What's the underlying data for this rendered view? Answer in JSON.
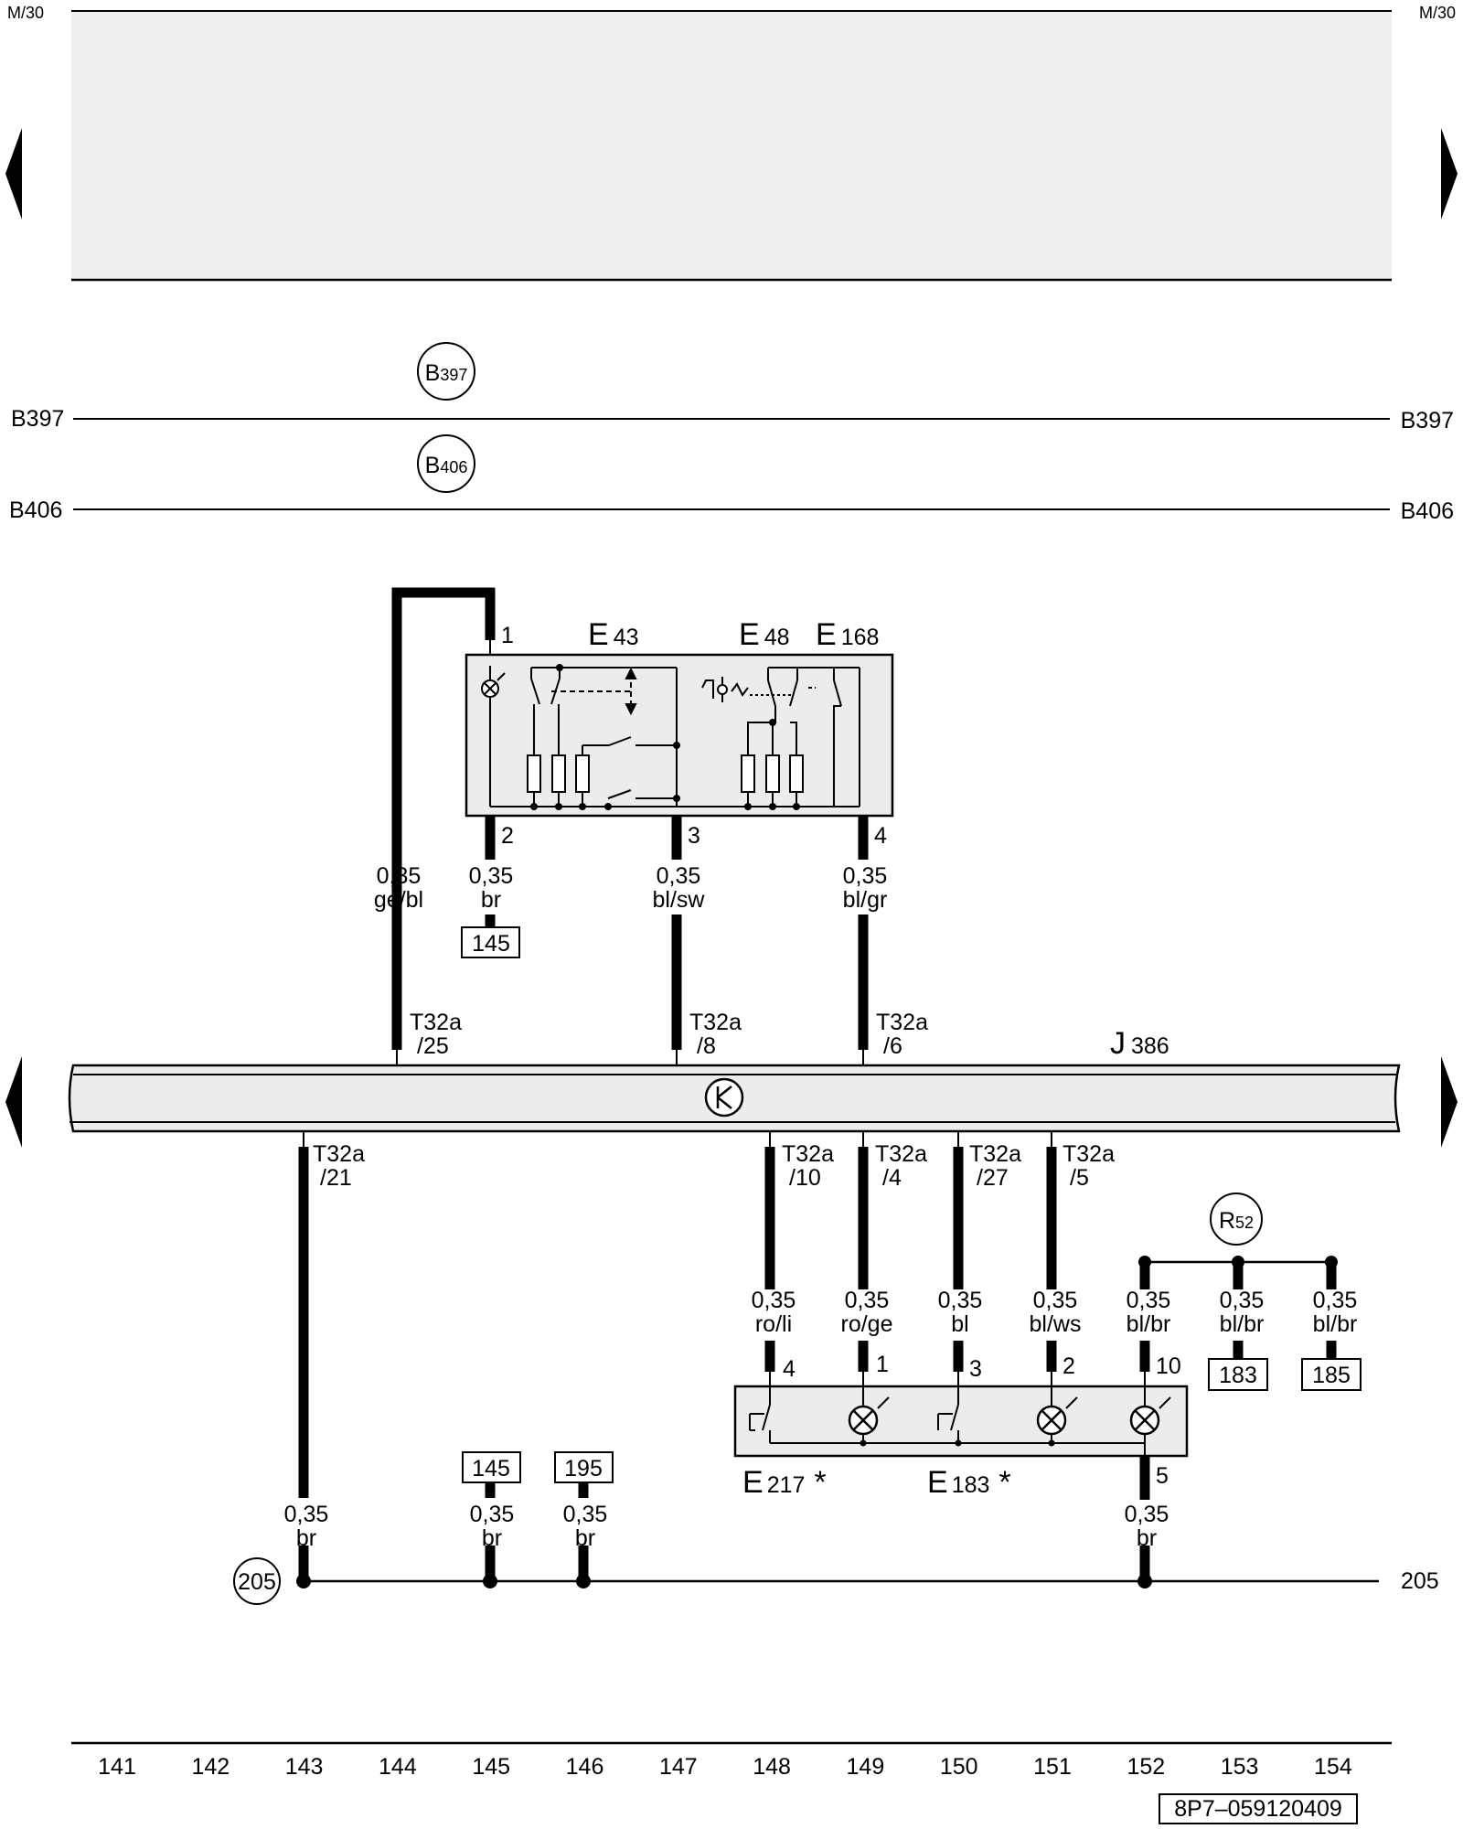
{
  "page": {
    "header_label": "M/30",
    "drawing_number": "8P7–059120409"
  },
  "bus_lines": {
    "b397_label": "B397",
    "b397_circle": {
      "prefix": "B",
      "num": "397"
    },
    "b406_label": "B406",
    "b406_circle": {
      "prefix": "B",
      "num": "406"
    }
  },
  "components": {
    "e43": {
      "prefix": "E",
      "num": "43"
    },
    "e48": {
      "prefix": "E",
      "num": "48"
    },
    "e168": {
      "prefix": "E",
      "num": "168"
    },
    "j386": {
      "prefix": "J",
      "num": "386"
    },
    "r52": {
      "prefix": "R",
      "num": "52"
    },
    "e217": {
      "prefix": "E",
      "num": "217",
      "asterisk": "*"
    },
    "e183": {
      "prefix": "E",
      "num": "183",
      "asterisk": "*"
    }
  },
  "pins": {
    "upper": [
      "1",
      "2",
      "3",
      "4"
    ],
    "lower": [
      "4",
      "1",
      "3",
      "2",
      "10",
      "5"
    ]
  },
  "wires_top": [
    {
      "size": "0,35",
      "color": "ge/bl"
    },
    {
      "size": "0,35",
      "color": "br"
    },
    {
      "size": "0,35",
      "color": "bl/sw"
    },
    {
      "size": "0,35",
      "color": "bl/gr"
    }
  ],
  "wires_mid": [
    {
      "size": "0,35",
      "color": "ro/li"
    },
    {
      "size": "0,35",
      "color": "ro/ge"
    },
    {
      "size": "0,35",
      "color": "bl"
    },
    {
      "size": "0,35",
      "color": "bl/ws"
    },
    {
      "size": "0,35",
      "color": "bl/br"
    },
    {
      "size": "0,35",
      "color": "bl/br"
    },
    {
      "size": "0,35",
      "color": "bl/br"
    }
  ],
  "wires_bottom": [
    {
      "size": "0,35",
      "color": "br"
    },
    {
      "size": "0,35",
      "color": "br"
    },
    {
      "size": "0,35",
      "color": "br"
    },
    {
      "size": "0,35",
      "color": "br"
    }
  ],
  "connectors_top": [
    {
      "name": "T32a",
      "pin": "/25"
    },
    {
      "name": "T32a",
      "pin": "/8"
    },
    {
      "name": "T32a",
      "pin": "/6"
    }
  ],
  "connectors_bottom": [
    {
      "name": "T32a",
      "pin": "/21"
    },
    {
      "name": "T32a",
      "pin": "/10"
    },
    {
      "name": "T32a",
      "pin": "/4"
    },
    {
      "name": "T32a",
      "pin": "/27"
    },
    {
      "name": "T32a",
      "pin": "/5"
    }
  ],
  "refs": {
    "ref_145_top": "145",
    "ref_145_bottom": "145",
    "ref_195": "195",
    "ref_183": "183",
    "ref_185": "185"
  },
  "ground": {
    "circle": "205",
    "label": "205"
  },
  "columns": [
    "141",
    "142",
    "143",
    "144",
    "145",
    "146",
    "147",
    "148",
    "149",
    "150",
    "151",
    "152",
    "153",
    "154"
  ]
}
